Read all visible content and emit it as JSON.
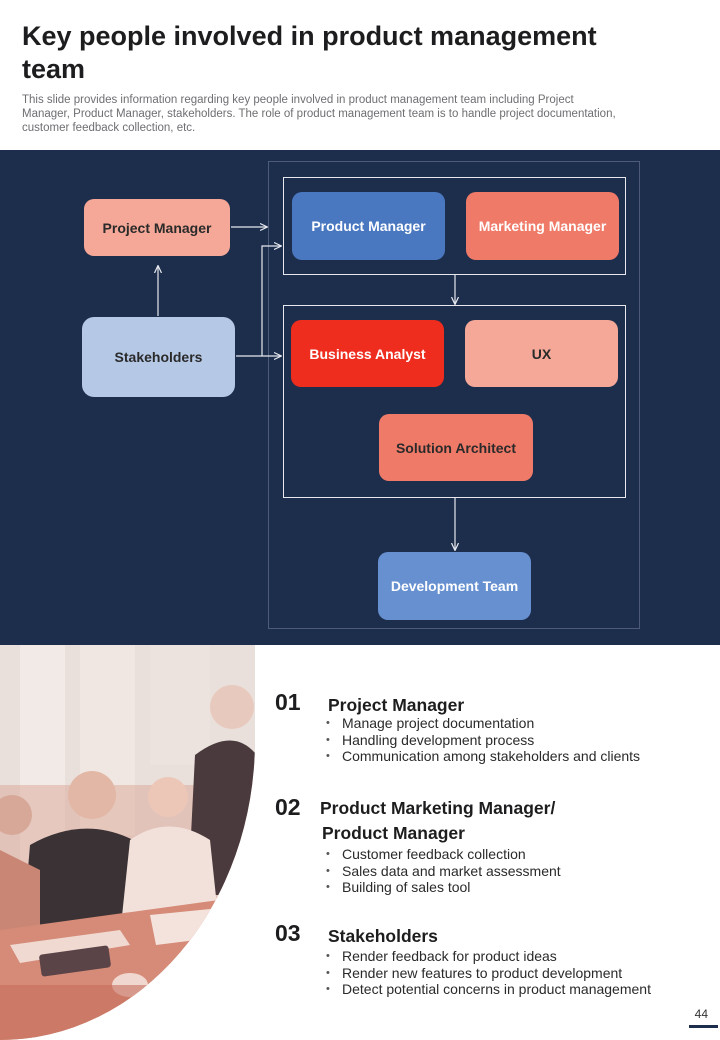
{
  "slide": {
    "title": "Key people involved in product management team",
    "subtitle": "This slide provides information regarding key people involved in product management team including Project Manager, Product Manager, stakeholders. The role of product management team is to handle project documentation, customer feedback collection, etc.",
    "page_number": "44"
  },
  "diagram": {
    "nodes": {
      "project_manager": "Project Manager",
      "stakeholders": "Stakeholders",
      "product_manager": "Product Manager",
      "marketing_manager": "Marketing Manager",
      "business_analyst": "Business Analyst",
      "ux": "UX",
      "solution_architect": "Solution Architect",
      "development_team": "Development Team"
    },
    "colors": {
      "background": "#1d2d4c",
      "project_manager": "#f5a897",
      "stakeholders": "#b5c8e6",
      "product_manager": "#4a78c0",
      "marketing_manager": "#f07a68",
      "business_analyst": "#ee2d1e",
      "ux": "#f5a897",
      "solution_architect": "#f07a68",
      "development_team": "#6690d0"
    }
  },
  "sections": [
    {
      "number": "01",
      "heading": "Project Manager",
      "bullets": [
        "Manage project documentation",
        "Handling development process",
        "Communication among stakeholders and clients"
      ]
    },
    {
      "number": "02",
      "heading_line1": "Product Marketing Manager/",
      "heading_line2": "Product Manager",
      "bullets": [
        "Customer feedback collection",
        "Sales data and market assessment",
        "Building of sales tool"
      ]
    },
    {
      "number": "03",
      "heading": "Stakeholders",
      "bullets": [
        "Render feedback for product ideas",
        "Render new features to product development",
        "Detect potential concerns in product management"
      ]
    }
  ]
}
